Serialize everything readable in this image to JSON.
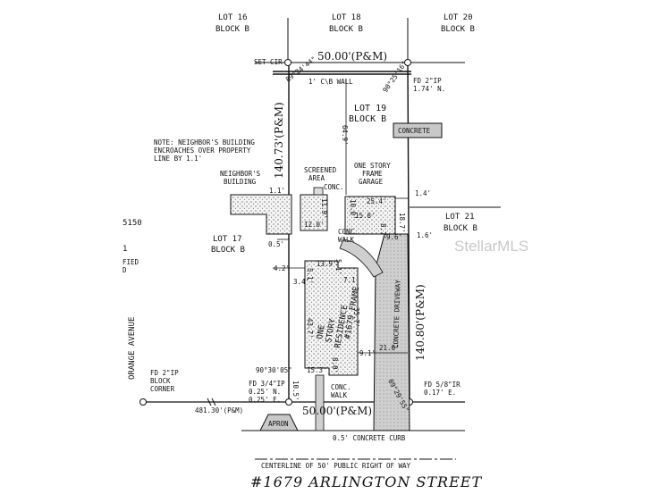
{
  "lots": {
    "lot16": [
      "LOT 16",
      "BLOCK B"
    ],
    "lot18": [
      "LOT 18",
      "BLOCK B"
    ],
    "lot20": [
      "LOT 20",
      "BLOCK B"
    ],
    "lot19": [
      "LOT 19",
      "BLOCK B"
    ],
    "lot17": [
      "LOT 17",
      "BLOCK B"
    ],
    "lot21": [
      "LOT 21",
      "BLOCK B"
    ]
  },
  "dimensions": {
    "top_width": "50.00'(P&M)",
    "bottom_width": "50.00'(P&M)",
    "left_depth": "140.73'(P&M)",
    "right_depth": "140.80'(P&M)",
    "road_distance": "481.30'(P&M)"
  },
  "angles": {
    "top_left": "89°24'44\"",
    "top_right": "90°25'16\"",
    "bottom_left": "90°30'05\"",
    "bottom_right": "89°29'55\""
  },
  "monuments": {
    "set_cir": "SET CIR",
    "fd_top_right": [
      "FD 2\"IP",
      "1.74' N."
    ],
    "fd_bottom_left": [
      "FD 3/4\"IP",
      "0.25' N.",
      "0.25' E."
    ],
    "fd_bottom_right": [
      "FD 5/8\"IR",
      "0.17' E."
    ],
    "fd_corner": [
      "FD 2\"IP",
      "BLOCK",
      "CORNER"
    ]
  },
  "labels": {
    "wall": "1' C\\B WALL",
    "wall_offset": "64.9'",
    "note": [
      "NOTE: NEIGHBOR'S BUILDING",
      "ENCROACHES OVER PROPERTY",
      "LINE BY 1.1'"
    ],
    "neighbors_building": [
      "NEIGHBOR'S",
      "BUILDING"
    ],
    "screened_area": [
      "SCREENED",
      "AREA"
    ],
    "conc_small": "CONC.",
    "garage": [
      "ONE STORY",
      "FRAME",
      "GARAGE"
    ],
    "concrete_pad": "CONCRETE",
    "conc_walk_top": [
      "CONC.",
      "WALK"
    ],
    "conc_walk_bottom": [
      "CONC.",
      "WALK"
    ],
    "residence": [
      "ONE",
      "STORY",
      "RESIDENCE",
      "#1679 FRAME"
    ],
    "driveway": "CONCRETE DRIVEWAY",
    "apron": "APRON",
    "curb": "0.5' CONCRETE CURB",
    "centerline": "CENTERLINE OF 50' PUBLIC RIGHT OF WAY",
    "street": "#1679 ARLINGTON STREET",
    "orange_avenue": "ORANGE AVENUE",
    "edge_fragments": [
      "5150",
      "1",
      "FIED",
      "D"
    ],
    "watermark": "StellarMLS"
  },
  "measurements": {
    "m_1_1": "1.1'",
    "m_0_5": "0.5'",
    "m_4_2": "4.2'",
    "m_11_9": "11.9'",
    "m_12_0": "12.0'",
    "m_25_4": "25.4'",
    "m_15_8": "15.8'",
    "m_10_0": "10.0'",
    "m_18_7": "18.7'",
    "m_8_7": "8.7'",
    "m_9_6": "9.6'",
    "m_1_4": "1.4'",
    "m_1_6": "1.6'",
    "m_13_9": "13.9'",
    "m_5_1a": "5.1'",
    "m_5_1b": "5.1'",
    "m_3_4": "3.4'",
    "m_7_1": "7.1'",
    "m_43_7": "43.7'",
    "m_35_7": "35.7'",
    "m_9_1": "9.1'",
    "m_21_0": "21.0'",
    "m_15_3": "15.3'",
    "m_8_0": "8.0'",
    "m_10_5": "10.5'"
  }
}
